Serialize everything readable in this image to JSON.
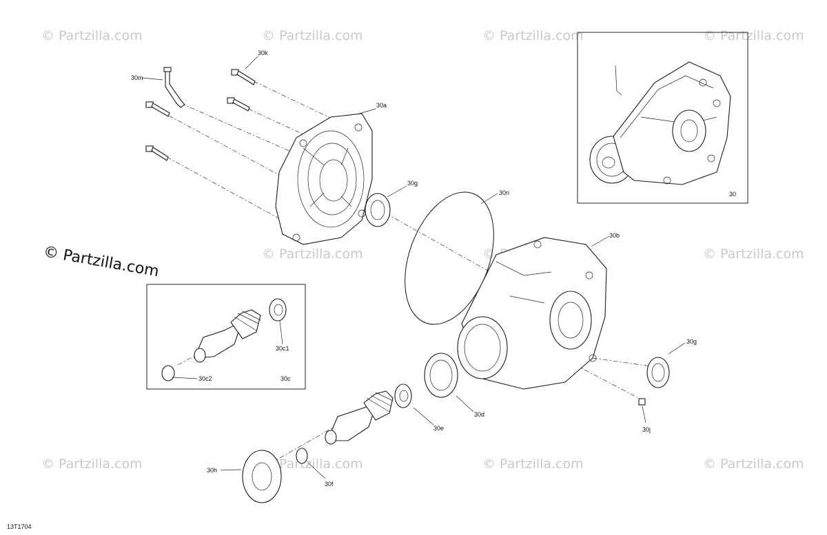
{
  "watermark": {
    "text": "© Partzilla.com",
    "prominent_text": "© Partzilla.com"
  },
  "diagram_code": "13T1704",
  "callouts": {
    "30": "30",
    "30a": "30a",
    "30b": "30b",
    "30c": "30c",
    "30c1": "30c1",
    "30c2": "30c2",
    "30d": "30d",
    "30e": "30e",
    "30f": "30f",
    "30g_top": "30g",
    "30g_right": "30g",
    "30h": "30h",
    "30j": "30j",
    "30k": "30k",
    "30m": "30m",
    "30n": "30n"
  }
}
